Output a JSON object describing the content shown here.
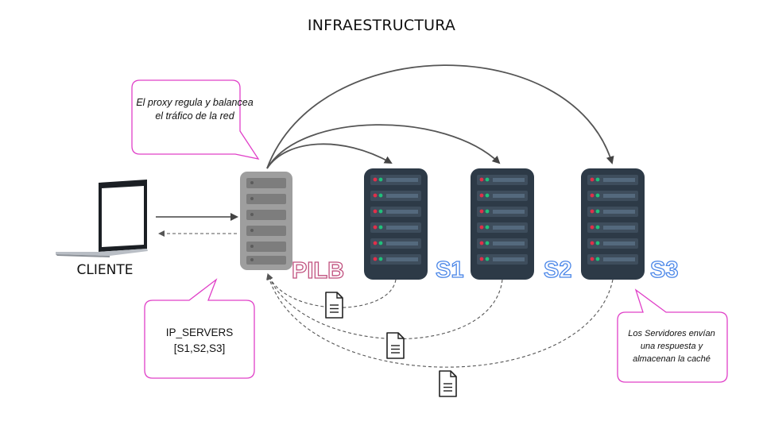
{
  "title": "INFRAESTRUCTURA",
  "nodes": {
    "client": "CLIENTE",
    "proxy": "PILB",
    "s1": "S1",
    "s2": "S2",
    "s3": "S3"
  },
  "callouts": {
    "proxy_note": "El proxy regula y balancea el tráfico de la red",
    "ip_servers_line1": "IP_SERVERS",
    "ip_servers_line2": "[S1,S2,S3]",
    "servers_note": "Los Servidores envían una respuesta y almacenan la caché"
  },
  "colors": {
    "callout_border": "#e040c8",
    "proxy_label": "#c0507e",
    "server_label": "#4a86e8",
    "server_body": "#2d3a47",
    "proxy_body": "#9e9e9e",
    "led_red": "#e0304a",
    "led_green": "#20c07a"
  },
  "icons": [
    "laptop-icon",
    "proxy-server-icon",
    "server-icon",
    "document-icon"
  ]
}
